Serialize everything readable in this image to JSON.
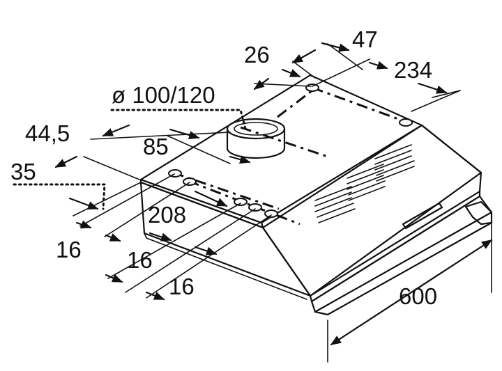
{
  "dimensions": {
    "d47": "47",
    "d26": "26",
    "d234": "234",
    "diameter": "ø 100/120",
    "d44_5": "44,5",
    "d85": "85",
    "d35": "35",
    "d208": "208",
    "d16_a": "16",
    "d16_b": "16",
    "d16_c": "16",
    "d600": "600"
  }
}
